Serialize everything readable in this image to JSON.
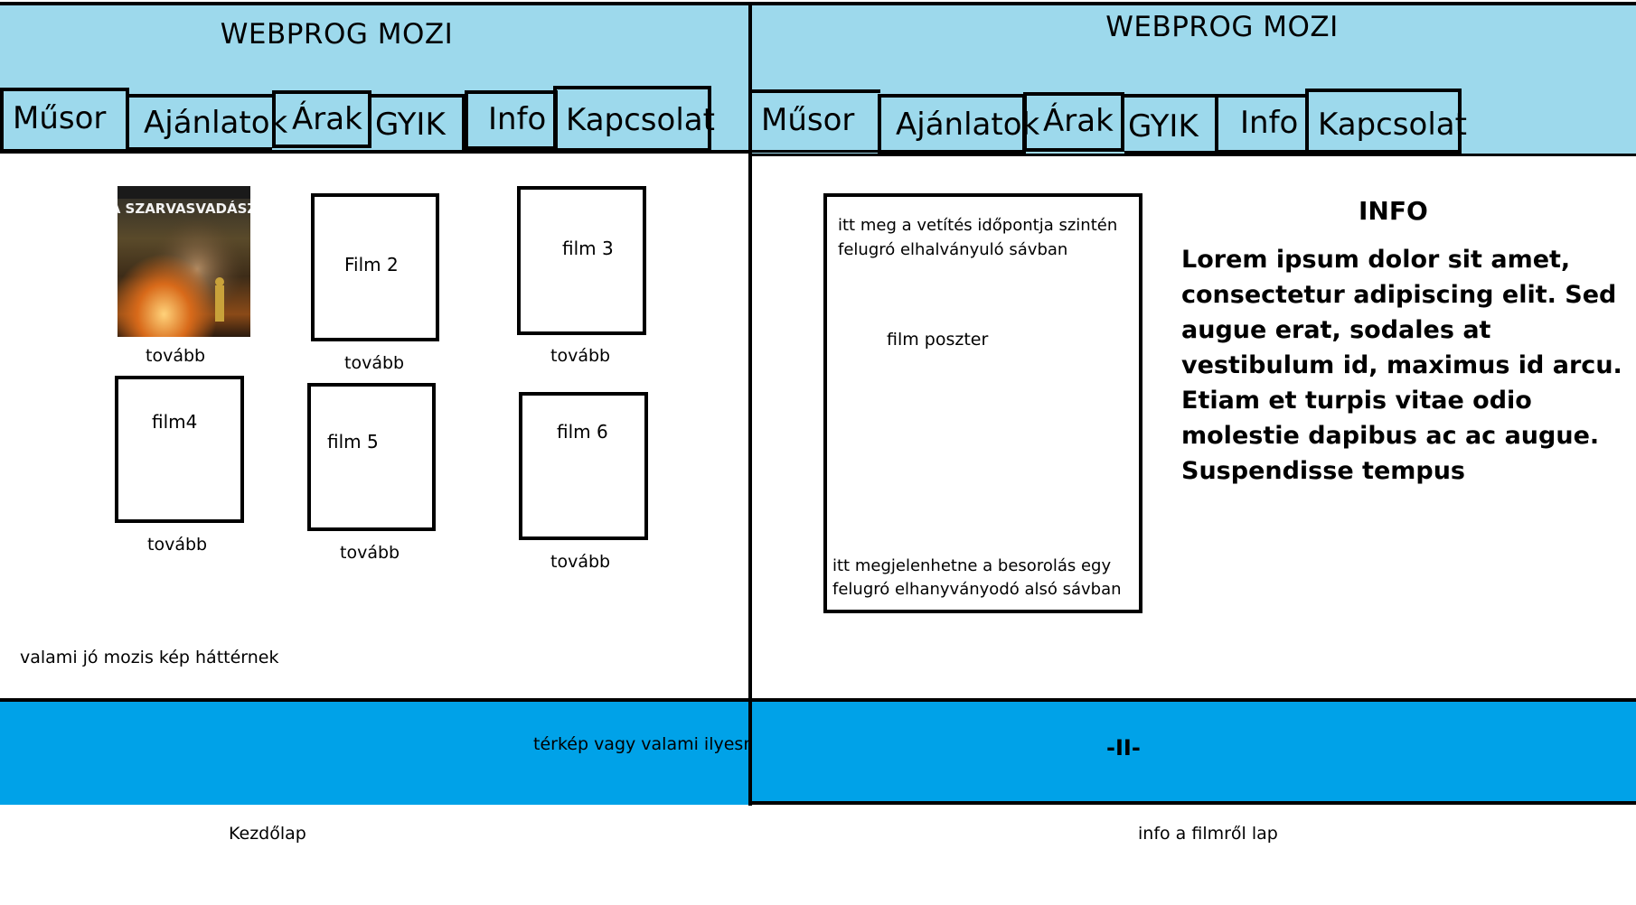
{
  "left": {
    "header_title": "WEBPROG MOZI",
    "nav": [
      "Műsor",
      "Ajánlatok",
      "Árak",
      "GYIK",
      "Info",
      "Kapcsolat"
    ],
    "films": [
      {
        "label": "",
        "more": "tovább",
        "poster_text": "A SZARVASVADÁSZ"
      },
      {
        "label": "Film 2",
        "more": "tovább"
      },
      {
        "label": "film 3",
        "more": "tovább"
      },
      {
        "label": "film4",
        "more": "tovább"
      },
      {
        "label": "film 5",
        "more": "tovább"
      },
      {
        "label": "film 6",
        "more": "tovább"
      }
    ],
    "bg_note": "valami jó mozis kép háttérnek",
    "footer_text": "térkép vagy valami ilyesmi",
    "caption": "Kezdőlap"
  },
  "right": {
    "header_title": "WEBPROG MOZI",
    "nav": [
      "Műsor",
      "Ajánlatok",
      "Árak",
      "GYIK",
      "Info",
      "Kapcsolat"
    ],
    "poster_top_note": "itt meg a vetítés időpontja szintén felugró elhalványuló sávban",
    "poster_label": "film poszter",
    "poster_bottom_note": "itt megjelenhetne a besorolás egy felugró elhanyványodó  alsó sávban",
    "info_title": "INFO",
    "info_body": "Lorem ipsum dolor sit amet, consectetur adipiscing elit. Sed augue erat, sodales at vestibulum id, maximus id arcu. Etiam et turpis vitae odio molestie dapibus ac ac augue. Suspendisse tempus",
    "footer_text": "-II-",
    "caption": "info a filmről lap"
  },
  "colors": {
    "header_bg": "#9dd9ec",
    "footer_bg": "#00a2e8"
  }
}
